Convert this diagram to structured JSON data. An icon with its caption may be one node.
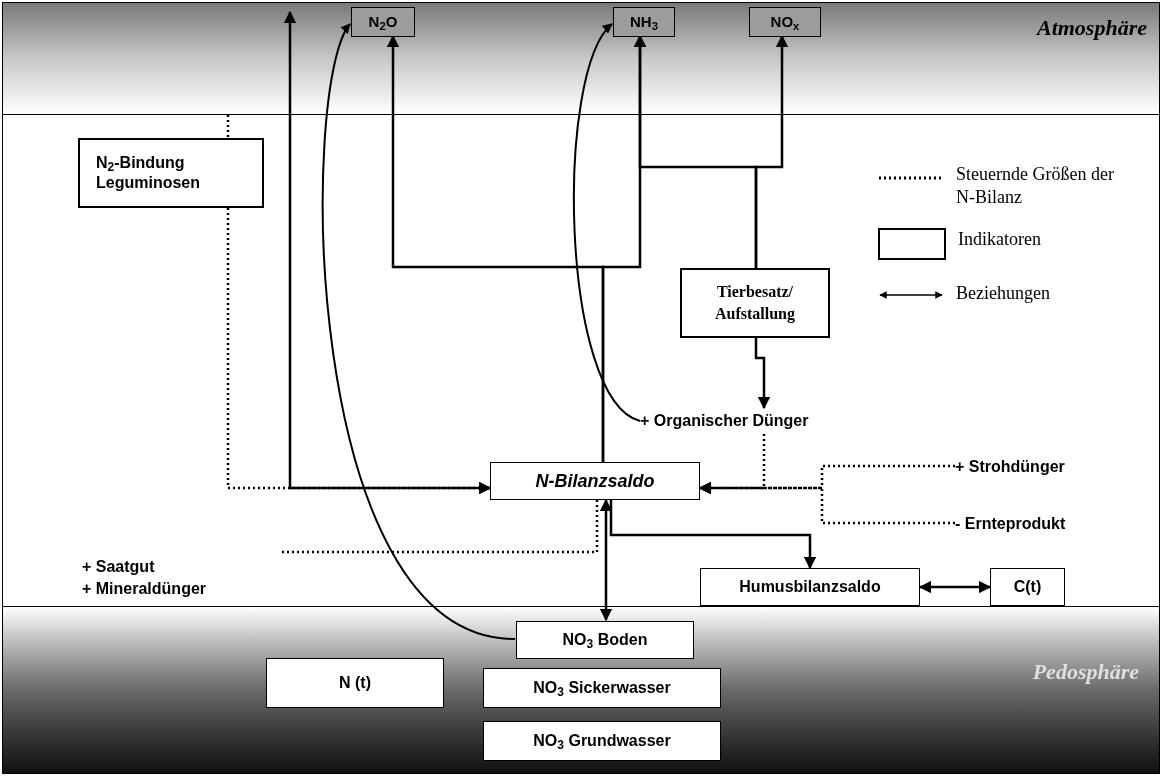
{
  "diagram": {
    "nodes": [
      {
        "text": [
          "Atmosphäre"
        ]
      },
      {
        "text": [
          "N$_{2}$O"
        ],
        "in": 0
      },
      {
        "text": [
          "NH$_{3}$"
        ],
        "in": 0
      },
      {
        "text": [
          "NO$_{x}$"
        ],
        "in": 0
      },
      {
        "text": [
          "N$_{2}$-Bindung Leguminosen"
        ]
      },
      {
        "text": [
          "Tierbesatz/ Aufstallung"
        ]
      },
      {
        "text": [
          "+ Organischer Dünger"
        ]
      },
      {
        "text": [
          "N-Bilanzsaldo"
        ]
      },
      {
        "text": [
          "+ Strohdünger"
        ]
      },
      {
        "text": [
          "- Ernteprodukt"
        ]
      },
      {
        "text": [
          "+ Saatgut",
          "+ Mineraldünger"
        ]
      },
      {
        "text": [
          "Humusbilanzsaldo"
        ]
      },
      {
        "text": [
          "C(t)"
        ]
      },
      {
        "text": [
          "Pedosphäre"
        ]
      },
      {
        "text": [
          "NO$_{3}$ Boden"
        ],
        "in": 13
      },
      {
        "text": [
          "N (t)"
        ],
        "in": 13
      },
      {
        "text": [
          "NO$_{3}$ Sickerwasser"
        ],
        "in": 13
      },
      {
        "text": [
          "NO$_{3}$ Grundwasser"
        ],
        "in": 13
      }
    ],
    "edges": [
      {
        "from": 0,
        "to": 4,
        "arrow": "none",
        "style": "dashed"
      },
      {
        "from": 4,
        "to": 7,
        "arrow": "to",
        "style": "dashed"
      },
      {
        "from": 7,
        "to": 0,
        "arrow": "both"
      },
      {
        "from": 7,
        "to": 1,
        "arrow": "to"
      },
      {
        "from": 7,
        "to": 2,
        "arrow": "to"
      },
      {
        "from": 5,
        "to": 2,
        "arrow": "to"
      },
      {
        "from": 5,
        "to": 3,
        "arrow": "to"
      },
      {
        "from": 5,
        "to": 6,
        "arrow": "to"
      },
      {
        "from": 6,
        "to": 7,
        "arrow": "to",
        "style": "dashed"
      },
      {
        "from": 8,
        "to": 7,
        "arrow": "to",
        "style": "dashed"
      },
      {
        "from": 9,
        "to": 7,
        "arrow": "to",
        "style": "dashed"
      },
      {
        "from": 10,
        "to": 7,
        "arrow": "none",
        "style": "dashed"
      },
      {
        "from": 7,
        "to": 14,
        "arrow": "both"
      },
      {
        "from": 7,
        "to": 11,
        "arrow": "to"
      },
      {
        "from": 11,
        "to": 12,
        "arrow": "both"
      },
      {
        "from": 14,
        "to": 1,
        "arrow": "to"
      },
      {
        "from": 6,
        "to": 2,
        "arrow": "to"
      }
    ],
    "legend": [
      {
        "text": "Steuernde Größen der N-Bilanz"
      },
      {
        "text": "Indikatoren"
      },
      {
        "text": "Beziehungen"
      }
    ]
  }
}
